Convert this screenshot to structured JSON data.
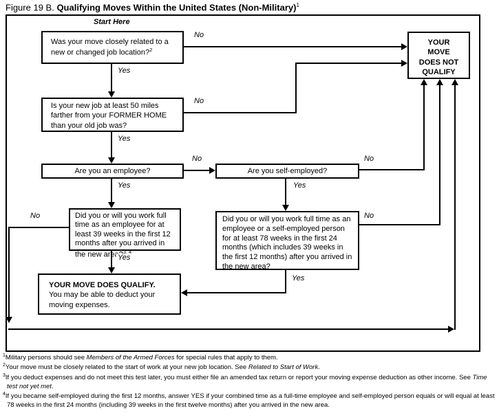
{
  "title": {
    "prefix": "Figure 19 B. ",
    "main": "Qualifying Moves Within the United States (Non-Military)",
    "sup": "1"
  },
  "start_here": "Start Here",
  "labels": {
    "yes": "Yes",
    "no": "No"
  },
  "nodes": {
    "q1": {
      "text": "Was your move closely related to a new or changed job location?",
      "sup": "2"
    },
    "q2": {
      "text": "Is your new job at least 50 miles farther from your FORMER HOME than your old job was?"
    },
    "q3": {
      "text": "Are you an employee?"
    },
    "q4": {
      "text": "Are you self-employed?"
    },
    "q5": {
      "text": "Did you or will you work full time as an employee for at least 39 weeks in the first 12 months after you arrived in the new area?",
      "sup": "3, 4"
    },
    "q6": {
      "text": "Did you or will you work full time as an employee or a self-employed person for at least 78 weeks in the first 24 months (which includes 39 weeks in the first 12 months) after you arrived in the new area?"
    },
    "not_qualify": {
      "text": "YOUR\nMOVE\nDOES NOT\nQUALIFY"
    },
    "qualify": {
      "heading": "YOUR MOVE DOES QUALIFY.",
      "body": "You may be able to deduct your moving expenses."
    }
  },
  "footnotes": [
    {
      "sup": "1",
      "pre": "Military persons should see ",
      "italic": "Members of the Armed Forces",
      "post": " for special rules that apply to them."
    },
    {
      "sup": "2",
      "pre": "Your move must be closely related to the start of work at your new job location. See ",
      "italic": "Related to Start of Work",
      "post": "."
    },
    {
      "sup": "3",
      "pre": "If you deduct expenses and do not meet this test later, you must either file an amended tax return or report your moving expense deduction as other income. See ",
      "italic": "Time test not yet met",
      "post": "."
    },
    {
      "sup": "4",
      "pre": "If you became self-employed during the first 12 months, answer YES if your combined time as a full-time employee and self-employed person equals or will equal at least 78 weeks in the first 24 months (including 39 weeks in the first twelve months) after you arrived in the new area.",
      "italic": "",
      "post": ""
    }
  ],
  "colors": {
    "line": "#000000",
    "background": "#ffffff"
  }
}
